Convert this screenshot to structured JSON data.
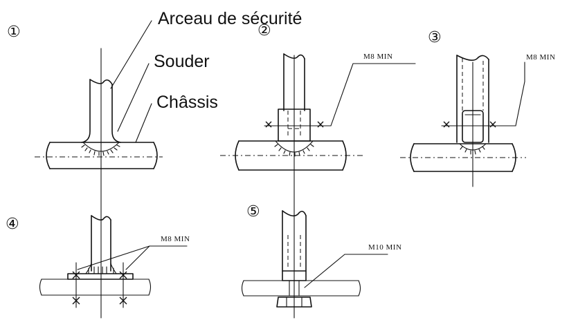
{
  "labels": {
    "arceau": "Arceau de sécurité",
    "souder": "Souder",
    "chassis": "Châssis"
  },
  "steps": [
    "①",
    "②",
    "③",
    "④",
    "⑤"
  ],
  "annotations": {
    "m8_2": "M8 MIN",
    "m8_3": "M8 MIN",
    "m8_4": "M8 MIN",
    "m10_5": "M10 MIN"
  }
}
